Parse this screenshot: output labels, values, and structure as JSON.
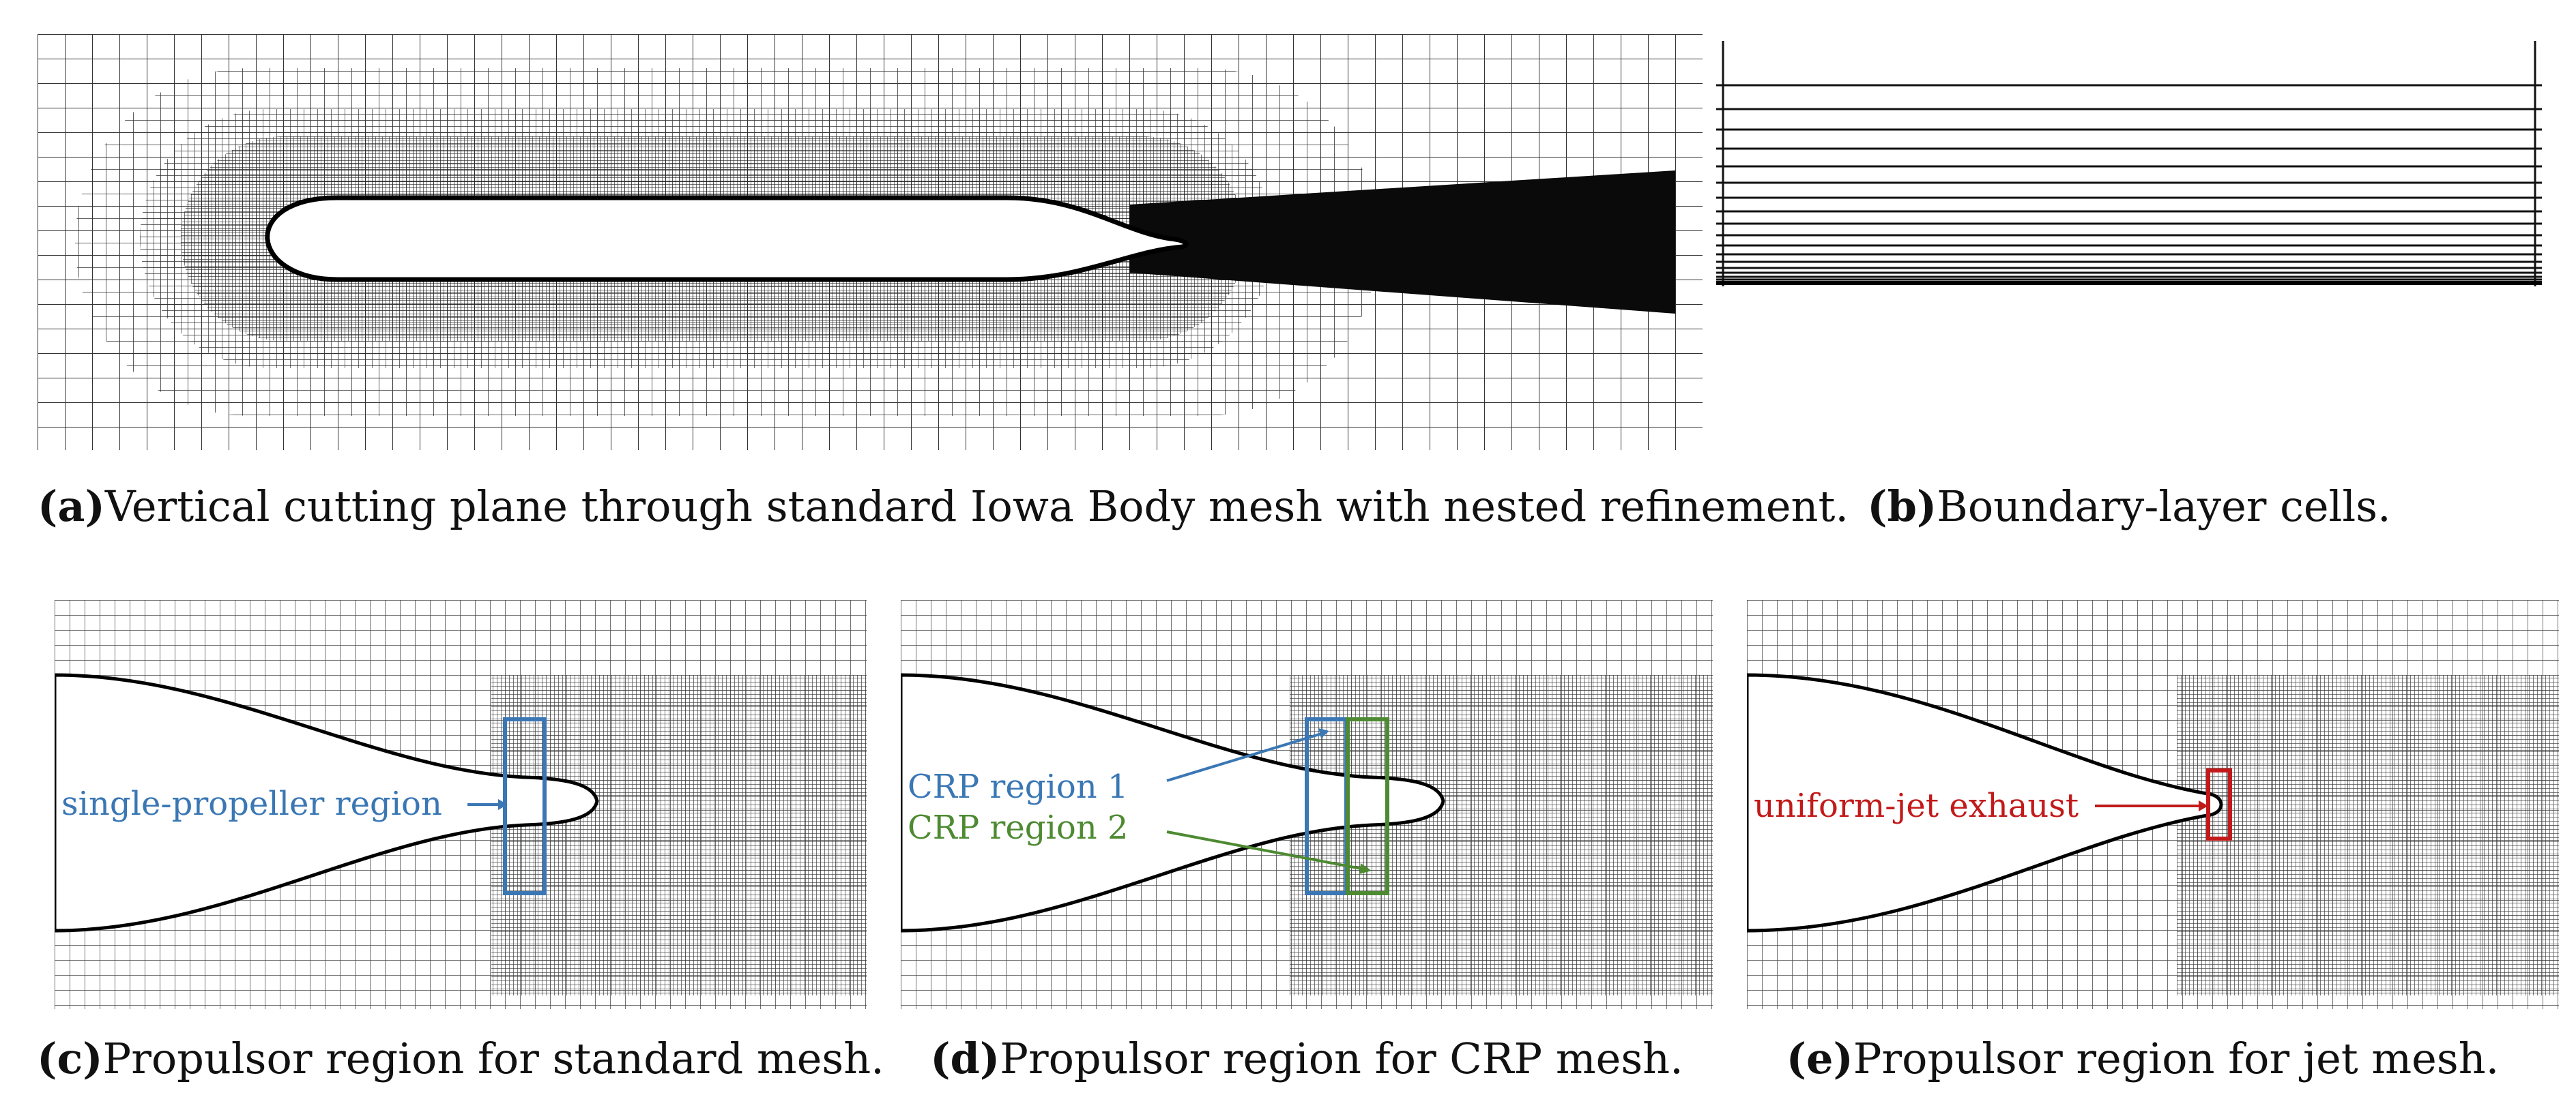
{
  "panels": {
    "a": {
      "label": "(a)",
      "caption": "Vertical cutting plane through standard Iowa Body mesh with nested refinement."
    },
    "b": {
      "label": "(b)",
      "caption": "Boundary-layer cells."
    },
    "c": {
      "label": "(c)",
      "caption": "Propulsor region for standard mesh.",
      "annotation": "single-propeller region"
    },
    "d": {
      "label": "(d)",
      "caption": "Propulsor region for CRP mesh.",
      "annotation_1": "CRP region 1",
      "annotation_2": "CRP region 2"
    },
    "e": {
      "label": "(e)",
      "caption": "Propulsor region for jet mesh.",
      "annotation": "uniform-jet exhaust"
    }
  },
  "colors": {
    "blue": "#3a77b4",
    "green": "#4d8a32",
    "red": "#c21a1a",
    "mesh_line": "#222222"
  }
}
